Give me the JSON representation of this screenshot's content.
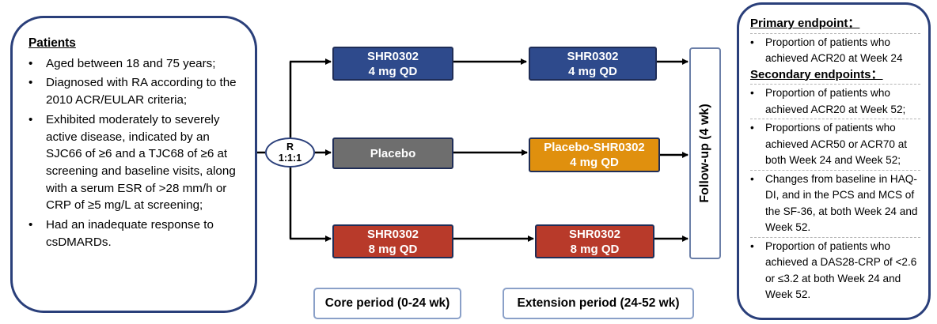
{
  "patients": {
    "heading": "Patients",
    "items": [
      "Aged between 18 and 75 years;",
      "Diagnosed with RA according to the 2010 ACR/EULAR criteria;",
      "Exhibited moderately to severely active disease, indicated by an SJC66 of ≥6 and a TJC68 of ≥6 at screening and baseline visits, along with a serum ESR of >28 mm/h or CRP of ≥5 mg/L at screening;",
      "Had an inadequate response to csDMARDs."
    ]
  },
  "randomization": {
    "line1": "R",
    "line2": "1:1:1"
  },
  "core_arms": {
    "top": {
      "line1": "SHR0302",
      "line2": "4 mg QD"
    },
    "middle": {
      "line1": "Placebo"
    },
    "bottom": {
      "line1": "SHR0302",
      "line2": "8 mg QD"
    }
  },
  "extension_arms": {
    "top": {
      "line1": "SHR0302",
      "line2": "4 mg QD"
    },
    "middle": {
      "line1": "Placebo-SHR0302",
      "line2": "4 mg QD"
    },
    "bottom": {
      "line1": "SHR0302",
      "line2": "8 mg QD"
    }
  },
  "followup": {
    "label": "Follow-up (4 wk)"
  },
  "periods": {
    "core": "Core period (0-24 wk)",
    "extension": "Extension period (24-52 wk)"
  },
  "endpoints": {
    "primary_heading": "Primary endpoint：",
    "primary_items": [
      "Proportion of patients who achieved ACR20 at Week 24"
    ],
    "secondary_heading": "Secondary endpoints：",
    "secondary_items": [
      "Proportion of patients who achieved ACR20 at Week 52;",
      "Proportions of patients who achieved ACR50 or ACR70 at both Week 24 and Week 52;",
      "Changes from baseline in HAQ-DI, and in the PCS and MCS of the SF-36, at both Week 24 and Week 52.",
      "Proportion of patients who achieved a DAS28-CRP of <2.6 or ≤3.2 at both Week 24 and Week 52."
    ]
  },
  "bullet_char": "•",
  "colors": {
    "border_navy": "#2a3f7a",
    "arm_blue": "#2e4a8c",
    "arm_gray": "#6e6e6e",
    "arm_orange": "#e0900e",
    "arm_red": "#b83a2a"
  }
}
